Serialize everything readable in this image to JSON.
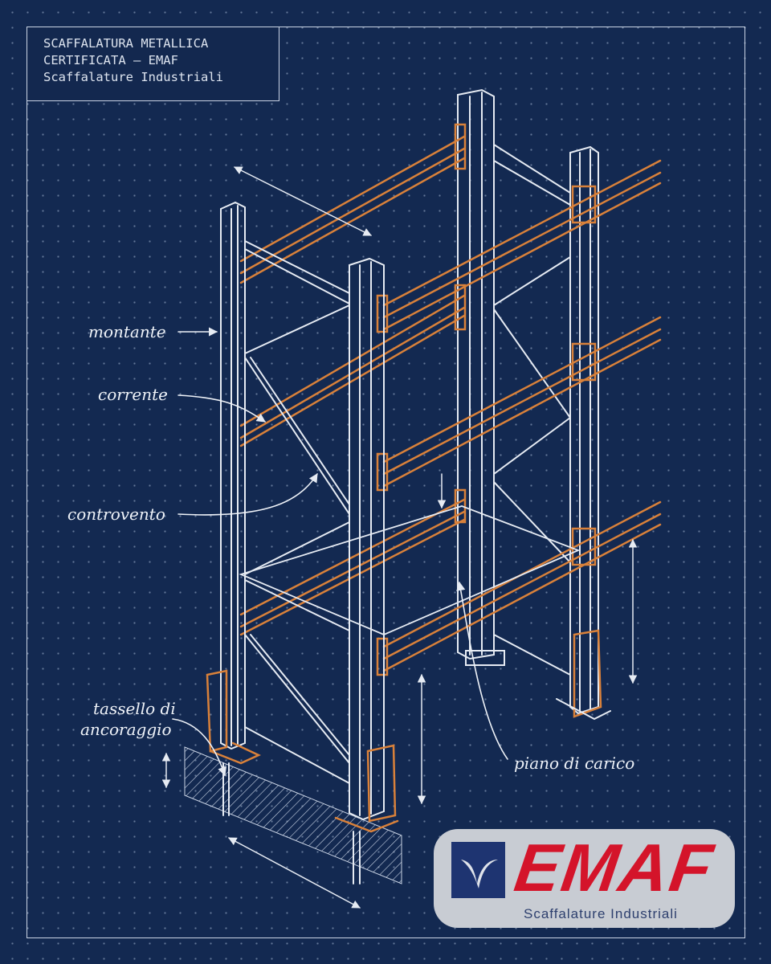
{
  "title": {
    "line1": "SCAFFALATURA METALLICA",
    "line2": "CERTIFICATA — EMAF",
    "line3": "Scaffalature Industriali"
  },
  "labels": {
    "montante": "montante",
    "corrente": "corrente",
    "controvento": "controvento",
    "tassello_line1": "tassello di",
    "tassello_line2": "ancoraggio",
    "piano": "piano di carico"
  },
  "logo": {
    "brand": "EMAF",
    "tagline": "Scaffalature Industriali",
    "icon": "bird-swoosh-icon",
    "brand_color": "#d4142a",
    "mark_color": "#1e3471"
  },
  "colors": {
    "background": "#132a52",
    "line": "#e6ebf3",
    "beam": "#d9813a"
  }
}
